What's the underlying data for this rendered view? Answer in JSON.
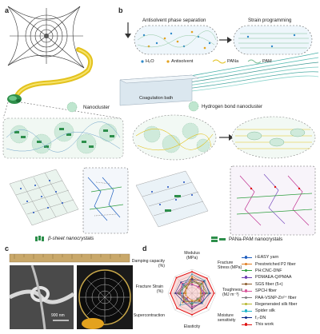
{
  "panels": {
    "a": "a",
    "b": "b",
    "c": "c",
    "d": "d"
  },
  "panel_b": {
    "antisolvent_label": "Antisolvent phase separation",
    "strain_label": "Strain programming",
    "legend_h2o": "H₂O",
    "legend_antisolvent": "Antisolvent",
    "legend_pana": "PANa",
    "legend_pam": "PAM",
    "coagulation": "Coagulation bath",
    "hbond": "Hydrogen bond nanocluster",
    "pana_pam_nc": "PANa-PAM nanocrystals"
  },
  "panel_a": {
    "nanocluster": "Nanocluster",
    "beta_sheet": "β-sheet nanocrystals"
  },
  "panel_c": {
    "scale_bar": "900 nm"
  },
  "chart_data": {
    "type": "radar",
    "axes": [
      "Modulus (MPa)",
      "Fracture Stress (MPa)",
      "Toughness (MJ m⁻³)",
      "Moisture sensitivity",
      "Elasticity",
      "Supercontraction",
      "Fracture Strain (%)",
      "Damping capacity (%)"
    ],
    "axis_lines": [
      [
        "Modulus",
        "(MPa)"
      ],
      [
        "Fracture",
        "Stress (MPa)"
      ],
      [
        "Toughness",
        "(MJ m⁻³)"
      ],
      [
        "Moisture",
        "sensitivity"
      ],
      [
        "Elasticity"
      ],
      [
        "Supercontraction"
      ],
      [
        "Fracture Strain",
        "(%)"
      ],
      [
        "Damping capacity",
        "(%)"
      ]
    ],
    "series": [
      {
        "name": "i-EASY yarn",
        "color": "#1f5fbf",
        "values": [
          0.55,
          0.5,
          0.45,
          0.5,
          0.4,
          0.35,
          0.45,
          0.55
        ]
      },
      {
        "name": "Prestretched P2 fiber",
        "color": "#e07b1f",
        "values": [
          0.7,
          0.65,
          0.5,
          0.4,
          0.3,
          0.25,
          0.3,
          0.35
        ]
      },
      {
        "name": "PH:CNC-DNF",
        "color": "#2e9e3e",
        "values": [
          0.45,
          0.55,
          0.6,
          0.35,
          0.45,
          0.4,
          0.55,
          0.4
        ]
      },
      {
        "name": "PDMAEA-Q/PMAA",
        "color": "#6c3fb0",
        "values": [
          0.35,
          0.4,
          0.55,
          0.6,
          0.55,
          0.3,
          0.65,
          0.5
        ]
      },
      {
        "name": "SGS fiber (5+)",
        "color": "#8b5a2b",
        "values": [
          0.6,
          0.45,
          0.4,
          0.45,
          0.35,
          0.5,
          0.35,
          0.3
        ]
      },
      {
        "name": "SPCH fiber",
        "color": "#d9559a",
        "values": [
          0.4,
          0.35,
          0.5,
          0.55,
          0.6,
          0.45,
          0.5,
          0.6
        ]
      },
      {
        "name": "PAA-VSNP-Zn²⁺ fiber",
        "color": "#7f7f7f",
        "values": [
          0.5,
          0.6,
          0.65,
          0.3,
          0.5,
          0.35,
          0.6,
          0.45
        ]
      },
      {
        "name": "Regenerated silk fiber",
        "color": "#b5b52a",
        "values": [
          0.65,
          0.5,
          0.35,
          0.5,
          0.3,
          0.55,
          0.25,
          0.35
        ]
      },
      {
        "name": "Spider silk",
        "color": "#1fb5c9",
        "values": [
          0.8,
          0.75,
          0.7,
          0.6,
          0.4,
          0.7,
          0.4,
          0.5
        ]
      },
      {
        "name": "f₀-DN",
        "color": "#0a2a8a",
        "values": [
          0.6,
          0.7,
          0.75,
          0.55,
          0.65,
          0.5,
          0.7,
          0.65
        ]
      },
      {
        "name": "This work",
        "color": "#e01010",
        "values": [
          0.9,
          0.88,
          0.92,
          0.85,
          0.9,
          0.88,
          0.9,
          0.92
        ]
      }
    ]
  }
}
